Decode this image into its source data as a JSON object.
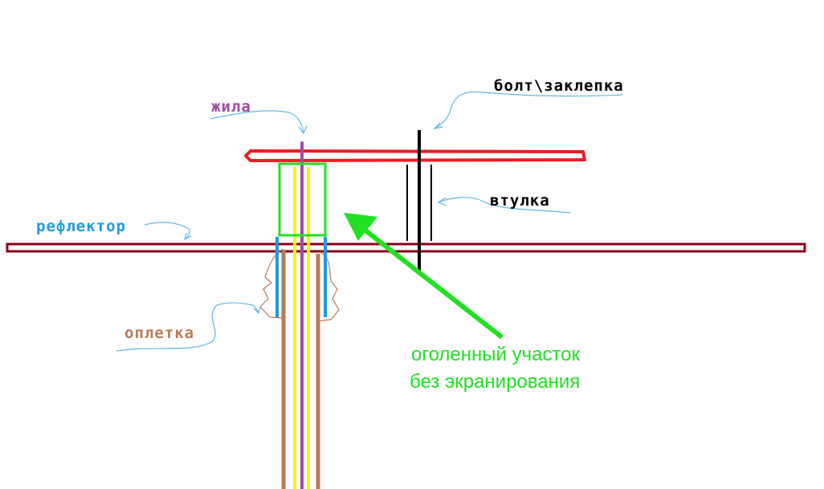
{
  "labels": {
    "core": "жила",
    "bolt": "болт\\заклепка",
    "sleeve": "втулка",
    "reflector": "рефлектор",
    "braid": "оплетка"
  },
  "note": {
    "line1": "оголенный участок",
    "line2": "без экранирования"
  },
  "colors": {
    "reflector": "#880015",
    "element": "#ed1c24",
    "core": "#a349a4",
    "dielectric": "#fff200",
    "bare_zone": "#22e022",
    "shield": "#1e9be0",
    "braid": "#b97a57",
    "bolt": "#000000",
    "pointer": "#5fb8e8"
  }
}
